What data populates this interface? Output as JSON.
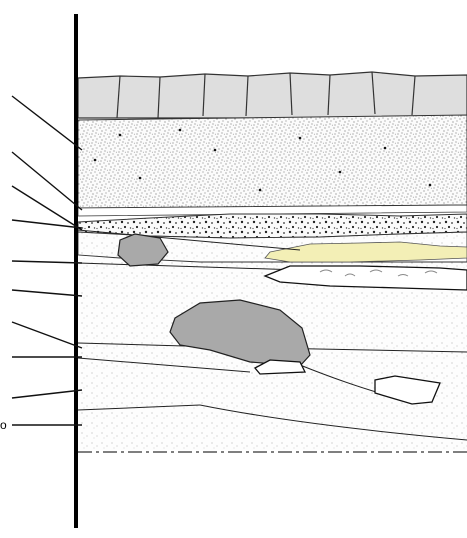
{
  "diagram": {
    "clipped_edge_label": "o",
    "layers": [
      {
        "id": "paving",
        "kind": "paving-stones"
      },
      {
        "id": "stippled-fill",
        "kind": "dense-stipple"
      },
      {
        "id": "coarse-gravel",
        "kind": "dots-and-pebbles"
      },
      {
        "id": "yellow-lens",
        "kind": "clay-lens",
        "color": "#f3efb6"
      },
      {
        "id": "sand-upper",
        "kind": "fine-stipple"
      },
      {
        "id": "sand-lower",
        "kind": "fine-stipple"
      }
    ],
    "boulder_color": "#a9a9a9",
    "paving_color": "#dedede",
    "leader_line_count": 10
  }
}
